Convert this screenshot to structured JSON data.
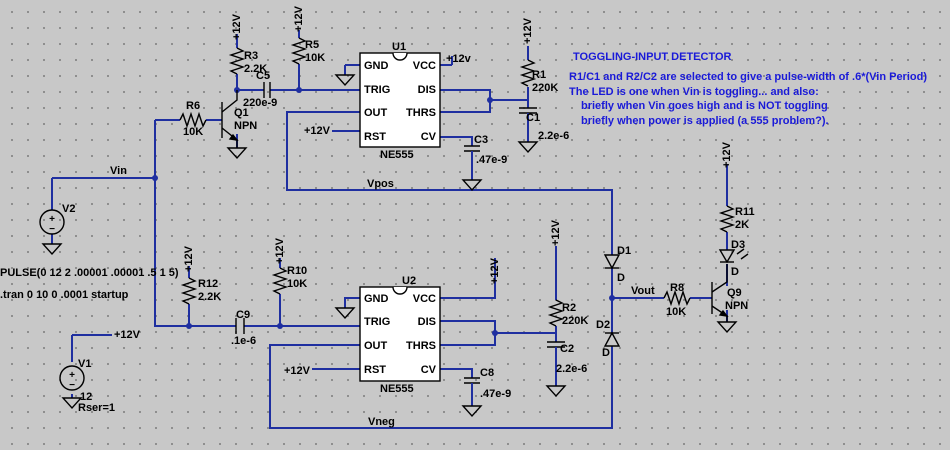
{
  "notes": {
    "title": "TOGGLING-INPUT DETECTOR",
    "line1": "R1/C1 and R2/C2 are selected to give a pulse-width of .6*(Vin Period)",
    "line2": "The LED is one when Vin is toggling... and also:",
    "line3": "briefly when Vin goes high and is NOT toggling",
    "line4": "briefly when power is applied (a 555 problem?)."
  },
  "directives": {
    "pulse": "PULSE(0 12 2 .00001 .00001 .5 1 5)",
    "tran": ".tran 0 10 0 .0001 startup"
  },
  "nets": {
    "vin": "Vin",
    "vpos": "Vpos",
    "vneg": "Vneg",
    "vout": "Vout"
  },
  "supply": "+12V",
  "supply_lower": "+12v",
  "u1": {
    "ref": "U1",
    "model": "NE555",
    "pins": {
      "gnd": "GND",
      "vcc": "VCC",
      "trig": "TRIG",
      "dis": "DIS",
      "out": "OUT",
      "thrs": "THRS",
      "rst": "RST",
      "cv": "CV"
    }
  },
  "u2": {
    "ref": "U2",
    "model": "NE555",
    "pins": {
      "gnd": "GND",
      "vcc": "VCC",
      "trig": "TRIG",
      "dis": "DIS",
      "out": "OUT",
      "thrs": "THRS",
      "rst": "RST",
      "cv": "CV"
    }
  },
  "components": {
    "r1": {
      "ref": "R1",
      "value": "220K"
    },
    "r2": {
      "ref": "R2",
      "value": "220K"
    },
    "r3": {
      "ref": "R3",
      "value": "2.2K"
    },
    "r5": {
      "ref": "R5",
      "value": "10K"
    },
    "r6": {
      "ref": "R6",
      "value": "10K"
    },
    "r8": {
      "ref": "R8",
      "value": "10K"
    },
    "r10": {
      "ref": "R10",
      "value": "10K"
    },
    "r11": {
      "ref": "R11",
      "value": "2K"
    },
    "r12": {
      "ref": "R12",
      "value": "2.2K"
    },
    "c1": {
      "ref": "C1",
      "value": "2.2e-6"
    },
    "c2": {
      "ref": "C2",
      "value": "2.2e-6"
    },
    "c3": {
      "ref": "C3",
      "value": ".47e-9"
    },
    "c5": {
      "ref": "C5",
      "value": "220e-9"
    },
    "c8": {
      "ref": "C8",
      "value": ".47e-9"
    },
    "c9": {
      "ref": "C9",
      "value": ".1e-6"
    },
    "q1": {
      "ref": "Q1",
      "type": "NPN"
    },
    "q9": {
      "ref": "Q9",
      "type": "NPN"
    },
    "d1": {
      "ref": "D1",
      "type": "D"
    },
    "d2": {
      "ref": "D2",
      "type": "D"
    },
    "d3": {
      "ref": "D3",
      "type": "D"
    },
    "v1": {
      "ref": "V1",
      "value": "12",
      "rser": "Rser=1"
    },
    "v2": {
      "ref": "V2"
    }
  }
}
